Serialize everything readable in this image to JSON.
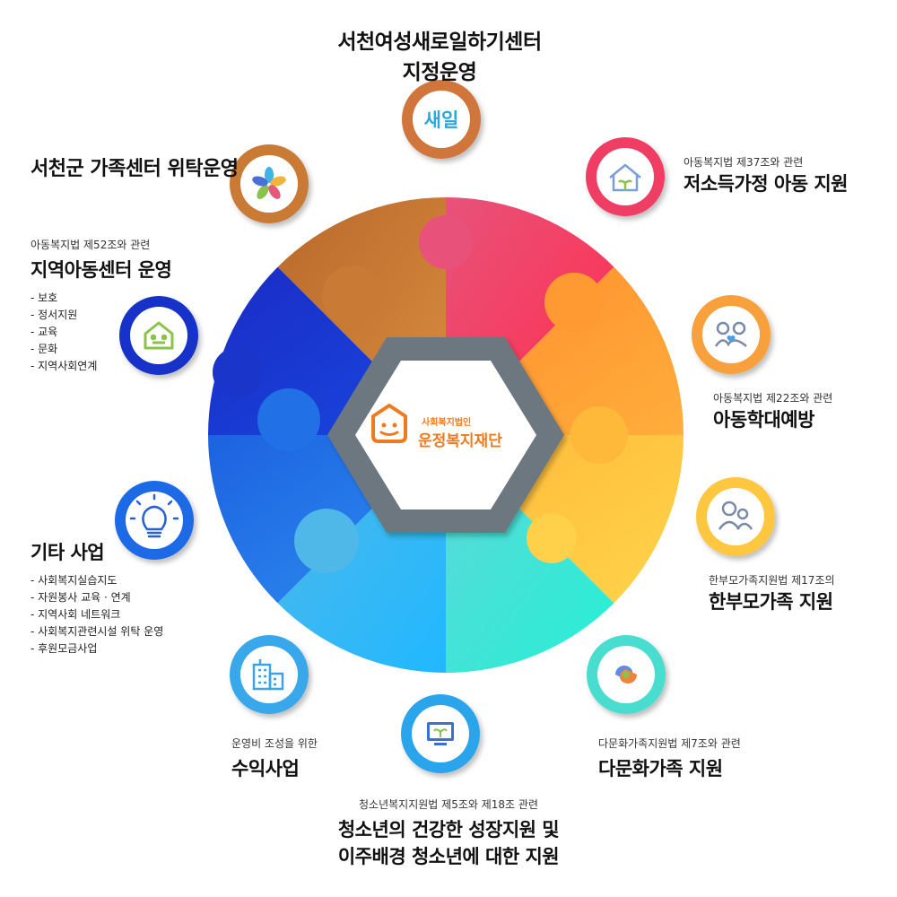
{
  "center": {
    "small": "사회복지법인",
    "name": "운정복지재단"
  },
  "top": {
    "line1": "서천여성새로일하기센터",
    "line2": "지정운영",
    "icon_text": "새일"
  },
  "family_center": {
    "title": "서천군 가족센터 위탁운영"
  },
  "low_income": {
    "sub": "아동복지법 제37조와 관련",
    "title": "저소득가정 아동 지원"
  },
  "abuse": {
    "sub": "아동복지법 제22조와 관련",
    "title": "아동학대예방"
  },
  "single_parent": {
    "sub": "한부모가족지원법 제17조의",
    "title": "한부모가족 지원"
  },
  "multicultural": {
    "sub": "다문화가족지원법 제7조와 관련",
    "title": "다문화가족 지원"
  },
  "youth": {
    "sub": "청소년복지지원법 제5조와 제18조 관련",
    "line1": "청소년의 건강한 성장지원 및",
    "line2": "이주배경 청소년에 대한 지원"
  },
  "revenue": {
    "sub": "운영비 조성을 위한",
    "title": "수익사업"
  },
  "others": {
    "title": "기타 사업",
    "items": [
      "- 사회복지실습지도",
      "- 자원봉사 교육 · 연계",
      "- 지역사회 네트워크",
      "- 사회복지관련시설 위탁 운영",
      "- 후원모금사업"
    ]
  },
  "child_center": {
    "sub": "아동복지법 제52조와 관련",
    "title": "지역아동센터 운영",
    "items": [
      "- 보호",
      "- 정서지원",
      "- 교육",
      "- 문화",
      "- 지역사회연계"
    ]
  },
  "colors": {
    "brown": "#c97a35",
    "pink": "#ef4a6c",
    "orange": "#f9a03a",
    "yellow": "#ffc640",
    "teal": "#3fe0d0",
    "sky": "#23b0ee",
    "blue": "#2379ea",
    "navy": "#1731c8",
    "hex": "#6d7780",
    "brand": "#f07a1e"
  }
}
